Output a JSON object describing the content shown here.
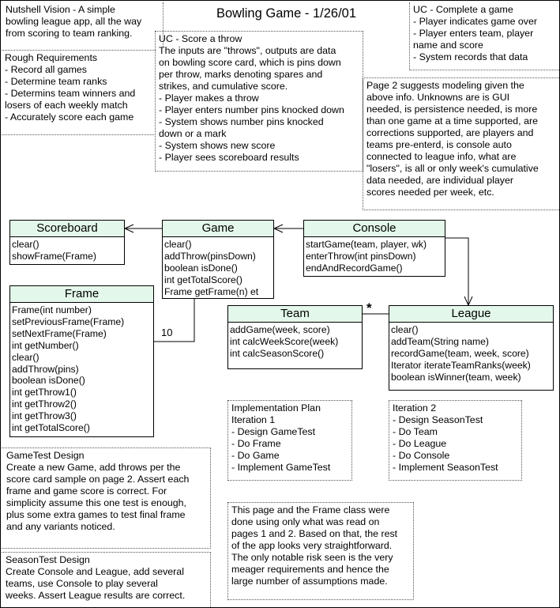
{
  "title": "Bowling Game - 1/26/01",
  "vision": {
    "lines": [
      "Nutshell Vision - A simple",
      "bowling league app, all the way",
      "from scoring to team ranking."
    ]
  },
  "requirements": {
    "lines": [
      "Rough Requirements",
      "- Record all games",
      "- Determine team ranks",
      "- Determins team winners  and",
      "losers of each weekly match",
      "- Accurately score each game"
    ]
  },
  "uc_score": {
    "lines": [
      "UC - Score a throw",
      "The inputs are \"throws\", outputs are data",
      "on bowling score card, which is pins  down",
      "per throw, marks denoting spares  and",
      "strikes, and cumulative score.",
      "- Player makes a throw",
      "- Player enters number pins knocked  down",
      "- System shows number pins knocked",
      "down or a mark",
      "- System shows new score",
      "- Player sees scoreboard results"
    ]
  },
  "uc_complete": {
    "lines": [
      "UC - Complete a game",
      "- Player indicates game over",
      "- Player enters team, player",
      "name and score",
      "- System records that data"
    ]
  },
  "page2_note": {
    "lines": [
      "Page 2 suggests modeling given  the",
      "above info. Unknowns are is GUI",
      "needed, is persistence needed, is more",
      "than one game at a time supported,  are",
      "corrections supported, are players and",
      "teams pre-enterd, is console auto",
      "connected to league info, what are",
      "\"losers\", is all or only week's cumulative",
      "data needed, are individual player",
      "scores needed per week, etc."
    ]
  },
  "classes": {
    "scoreboard": {
      "name": "Scoreboard",
      "methods": [
        "clear()",
        "showFrame(Frame)"
      ]
    },
    "game": {
      "name": "Game",
      "methods": [
        "clear()",
        "addThrow(pinsDown)",
        "boolean isDone()",
        "int getTotalScore()",
        "Frame getFrame(n)  et"
      ]
    },
    "console": {
      "name": "Console",
      "methods": [
        "startGame(team, player, wk)",
        "enterThrow(int pinsDown)",
        "endAndRecordGame()"
      ]
    },
    "frame": {
      "name": "Frame",
      "methods": [
        "Frame(int number)",
        "setPreviousFrame(Frame)",
        "setNextFrame(Frame)",
        "int getNumber()",
        "clear()",
        "addThrow(pins)",
        "boolean isDone()",
        "int getThrow1()",
        "int getThrow2()",
        "int getThrow3()",
        "int getTotalScore()"
      ]
    },
    "team": {
      "name": "Team",
      "methods": [
        "addGame(week, score)",
        "int calcWeekScore(week)",
        "int calcSeasonScore()"
      ]
    },
    "league": {
      "name": "League",
      "methods": [
        "clear()",
        "addTeam(String name)",
        "recordGame(team, week, score)",
        "Iterator iterateTeamRanks(week)",
        "boolean isWinner(team, week)"
      ]
    }
  },
  "multiplicity": {
    "frames": "10",
    "teams": "*"
  },
  "gametest": {
    "lines": [
      "GameTest Design",
      "Create a new Game, add throws per the",
      "score card sample on page 2. Assert each",
      "frame and game score is correct.  For",
      "simplicity assume this one test is enough,",
      "plus some extra games to test final frame",
      "and any variants noticed."
    ]
  },
  "seasontest": {
    "lines": [
      "SeasonTest Design",
      "Create Console and League, add several",
      "teams, use Console to play several",
      "weeks. Assert League results are correct."
    ]
  },
  "iteration1": {
    "lines": [
      "Implementation  Plan",
      "Iteration 1",
      "- Design GameTest",
      "- Do Frame",
      "- Do Game",
      "- Implement  GameTest"
    ]
  },
  "iteration2": {
    "lines": [
      "Iteration 2",
      "- Design SeasonTest",
      "- Do Team",
      "- Do League",
      "- Do Console",
      "- Implement  SeasonTest"
    ]
  },
  "risk_note": {
    "lines": [
      "This page and the Frame class were",
      "done using only what was read on",
      "pages 1 and 2. Based on that, the rest",
      "of the app looks very straightforward.",
      "The only notable risk seen is the very",
      "meager requirements and hence the",
      "large number of assumptions made."
    ]
  }
}
